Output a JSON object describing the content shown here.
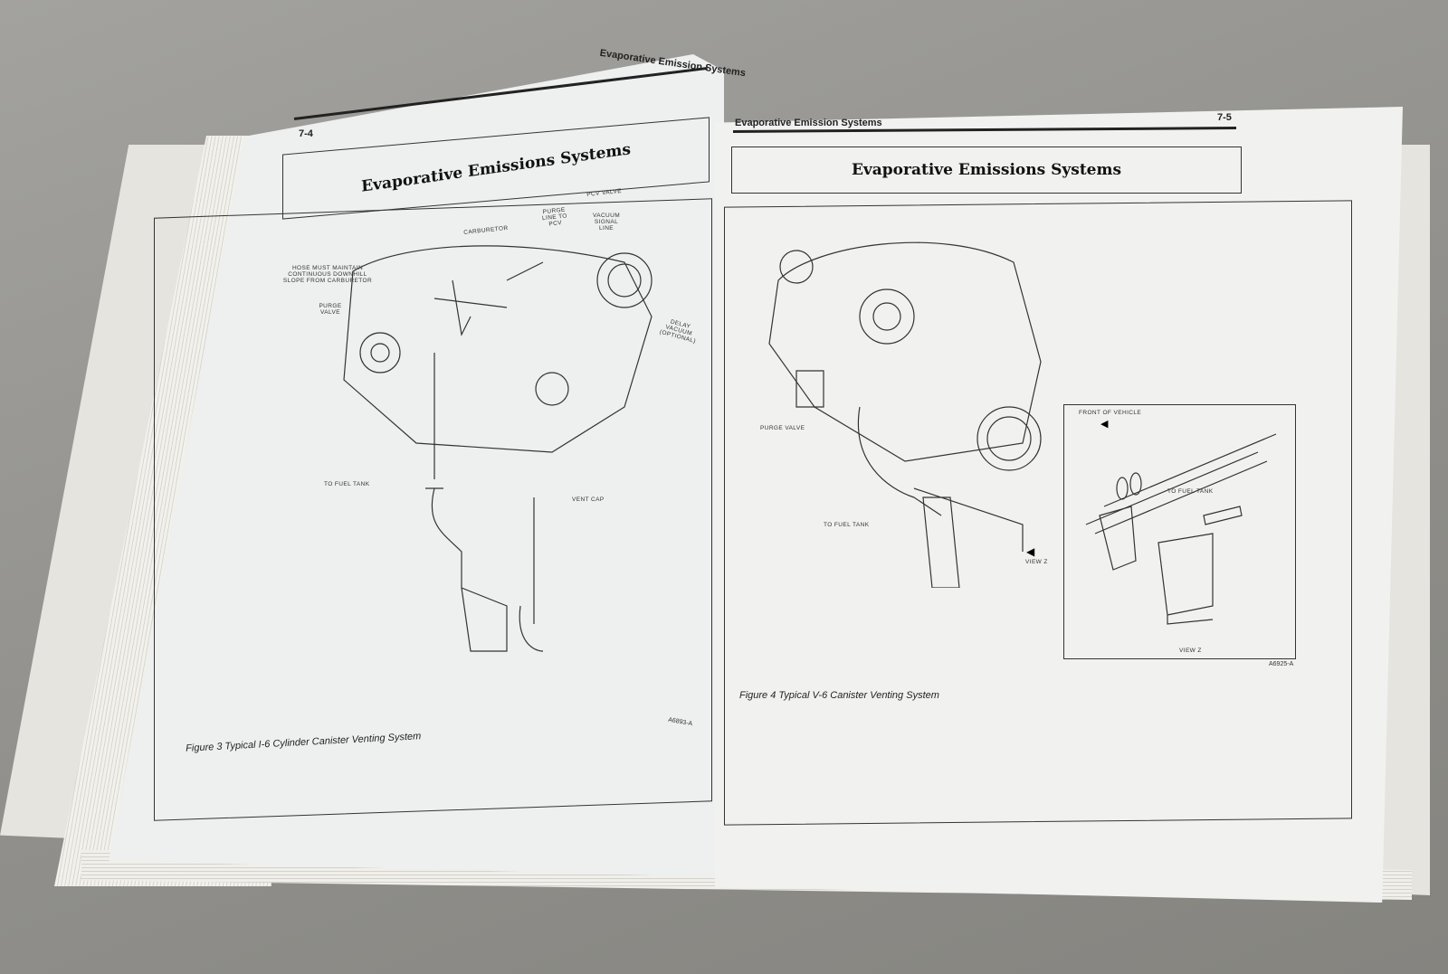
{
  "left_page": {
    "page_number": "7-4",
    "running_head": "Evaporative Emission Systems",
    "title": "Evaporative Emissions Systems",
    "figure": {
      "labels": [
        "CARBURETOR",
        "PURGE LINE TO PCV",
        "PCV VALVE",
        "VACUUM SIGNAL LINE",
        "HOSE MUST MAINTAIN CONTINUOUS DOWNHILL SLOPE FROM CARBURETOR",
        "PURGE VALVE",
        "DELAY VACUUM (OPTIONAL)",
        "TO FUEL TANK",
        "VENT CAP"
      ],
      "code": "A6893-A",
      "caption": "Figure 3   Typical I-6 Cylinder Canister Venting System"
    }
  },
  "right_page": {
    "page_number": "7-5",
    "running_head": "Evaporative Emission Systems",
    "title": "Evaporative Emissions Systems",
    "figure": {
      "labels": [
        "PURGE VALVE",
        "TO FUEL TANK",
        "VIEW Z"
      ],
      "inset_labels": [
        "FRONT OF VEHICLE",
        "TO FUEL TANK",
        "VIEW Z"
      ],
      "code": "A6925-A",
      "caption": "Figure 4   Typical V-6 Canister Venting System"
    }
  }
}
